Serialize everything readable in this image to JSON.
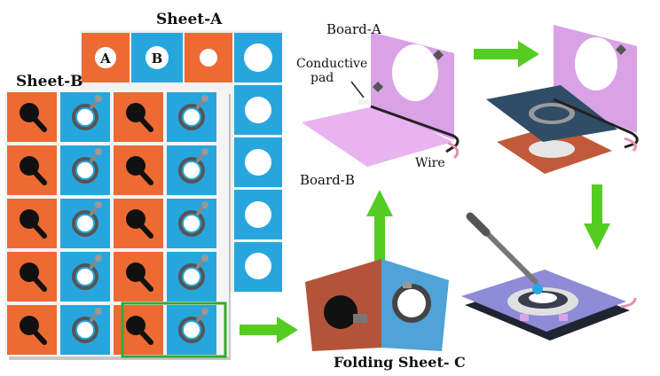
{
  "labels": {
    "sheet_a": "Sheet-A",
    "sheet_b": "Sheet-B",
    "cell_a": "A",
    "cell_b": "B",
    "board_a": "Board-A",
    "board_b": "Board-B",
    "conductive_pad": "Conductive",
    "conductive_pad_line2": "pad",
    "wire": "Wire",
    "folding_sheet": "Folding Sheet- C"
  },
  "colors": {
    "orange": "#ee6a33",
    "blue": "#27a6de",
    "pink_board": "#e2a6ea",
    "dark_plate": "#3a3f4f",
    "green_arrow": "#55cc22",
    "brown_sheet": "#b4533a",
    "blue_sheet": "#4fa3d6",
    "purple_board": "#8e8bd8"
  }
}
